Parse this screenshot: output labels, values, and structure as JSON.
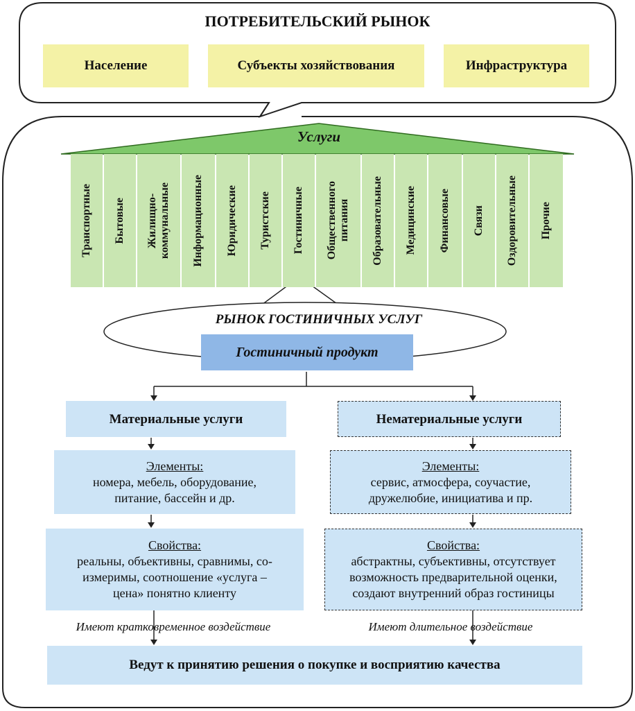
{
  "header": {
    "title": "ПОТРЕБИТЕЛЬСКИЙ РЫНОК",
    "boxes": [
      "Население",
      "Субъекты хозяйствования",
      "Инфраструктура"
    ]
  },
  "services": {
    "title": "Услуги",
    "columns": [
      [
        "Транспортные"
      ],
      [
        "Бытовые"
      ],
      [
        "Жилищно-",
        "коммунальные"
      ],
      [
        "Информационные"
      ],
      [
        "Юридические"
      ],
      [
        "Туристские"
      ],
      [
        "Гостиничные"
      ],
      [
        "Общественного",
        "питания"
      ],
      [
        "Образовательные"
      ],
      [
        "Медицинские"
      ],
      [
        "Финансовые"
      ],
      [
        "Связи"
      ],
      [
        "Оздоровительные"
      ],
      [
        "Прочие"
      ]
    ]
  },
  "market": {
    "title": "РЫНОК ГОСТИНИЧНЫХ УСЛУГ",
    "product": "Гостиничный продукт"
  },
  "material": {
    "title": "Материальные услуги",
    "elements_label": "Элементы:",
    "elements_line1": "номера, мебель, оборудование,",
    "elements_line2": "питание, бассейн и др.",
    "properties_label": "Свойства:",
    "properties_line1": "реальны, объективны, сравнимы, со-",
    "properties_line2": "измеримы, соотношение «услуга –",
    "properties_line3": "цена» понятно клиенту",
    "effect": "Имеют кратковременное воздействие"
  },
  "immaterial": {
    "title": "Нематериальные услуги",
    "elements_label": "Элементы:",
    "elements_line1": "сервис, атмосфера, соучастие,",
    "elements_line2": "дружелюбие, инициатива и пр.",
    "properties_label": "Свойства:",
    "properties_line1": "абстрактны, субъективны, отсутствует",
    "properties_line2": "возможность предварительной оценки,",
    "properties_line3": "создают внутренний образ гостиницы",
    "effect": "Имеют длительное воздействие"
  },
  "final": "Ведут к принятию решения о покупке и восприятию качества",
  "colors": {
    "yellow": "#f4f2a6",
    "green_roof": "#7ec86a",
    "green_columns": "#c9e6b2",
    "blue_product": "#8fb7e6",
    "blue_light": "#cde4f6"
  }
}
